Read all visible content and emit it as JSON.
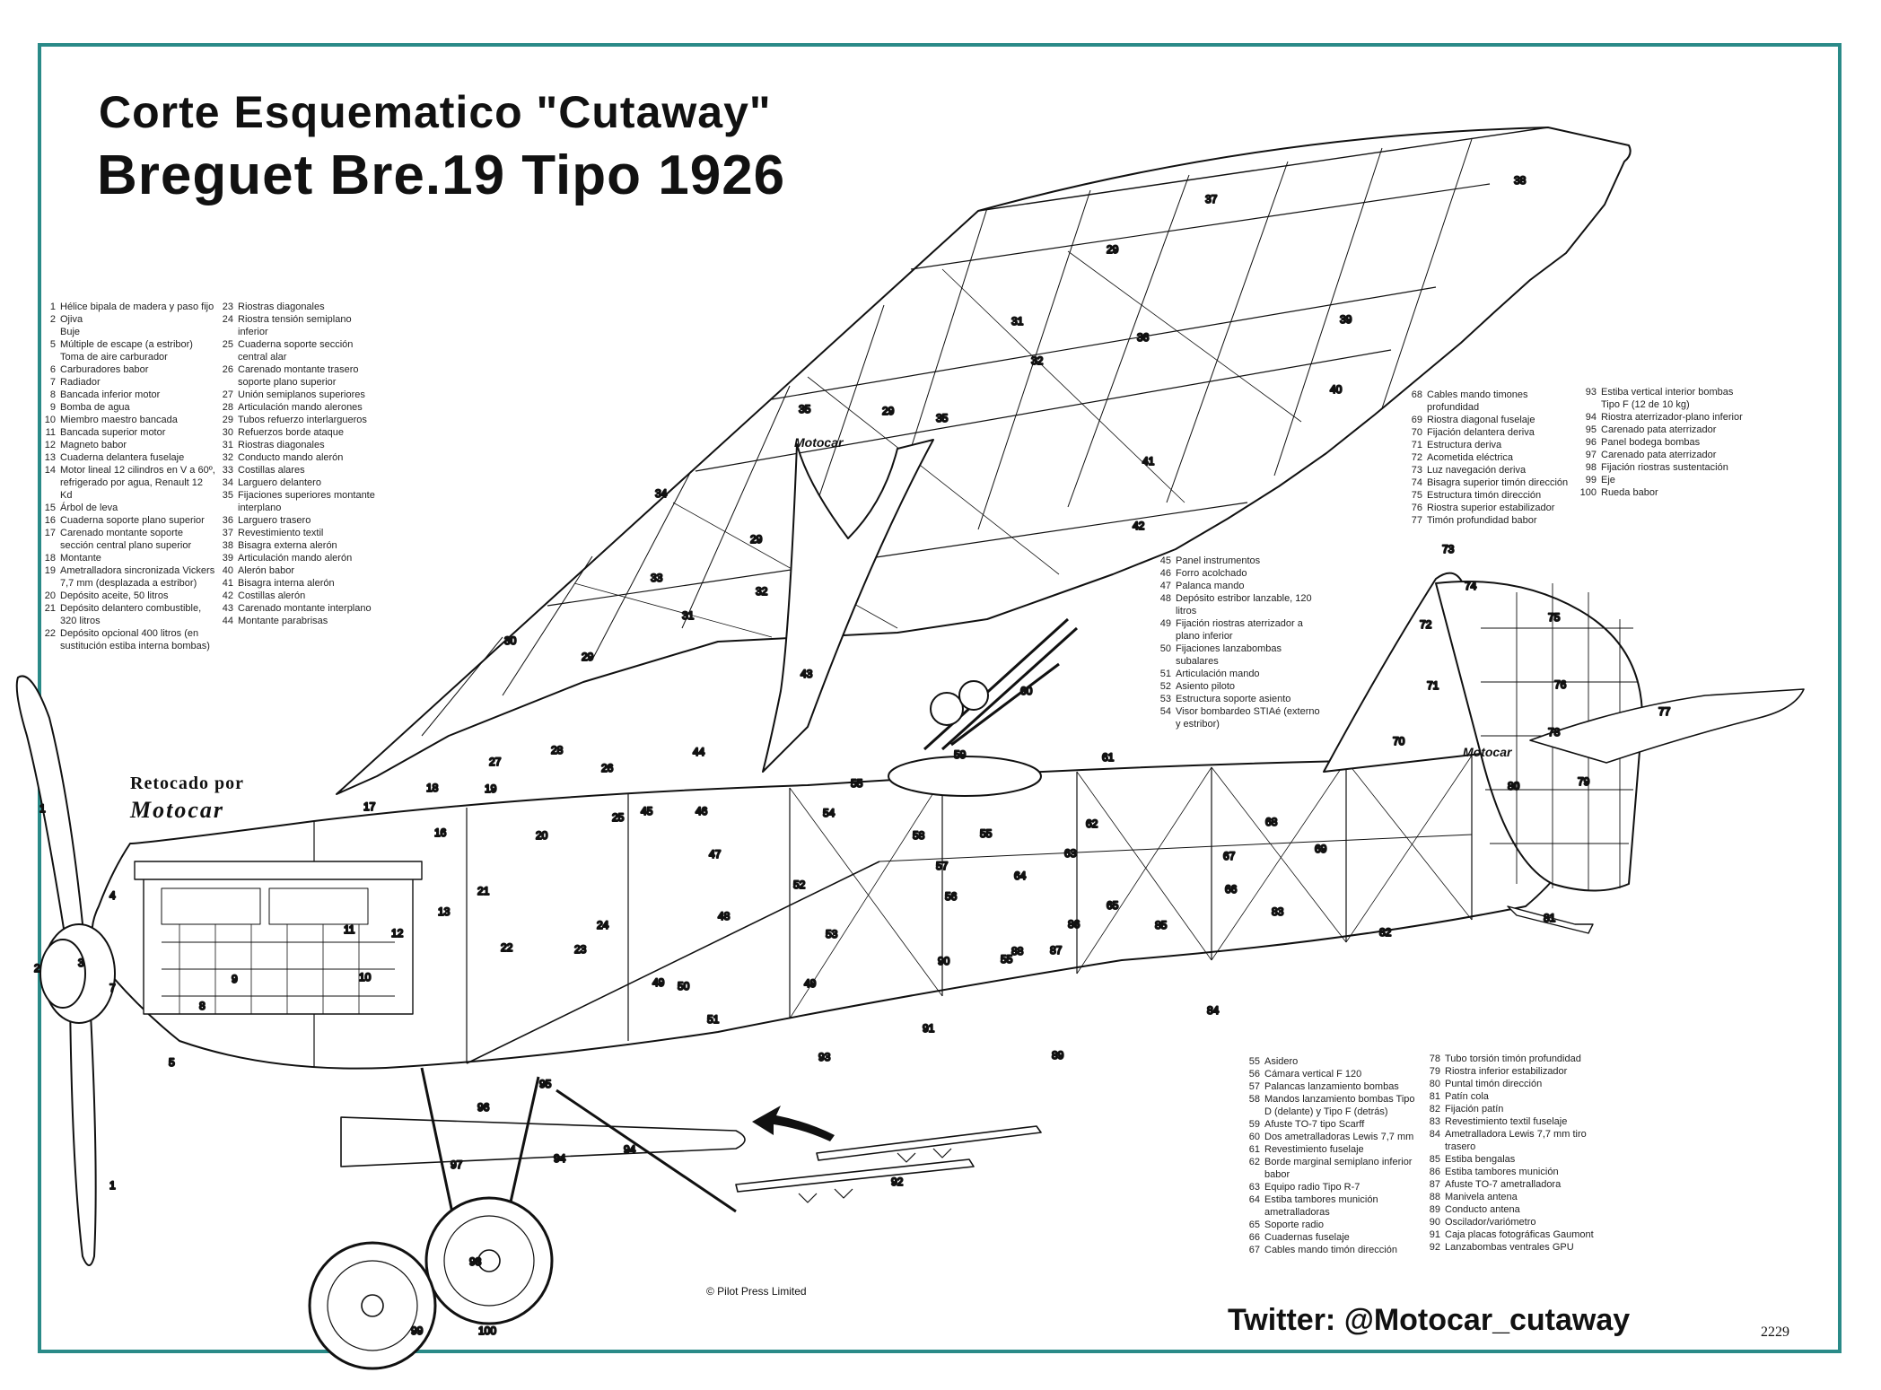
{
  "header": {
    "title": "Corte Esquematico \"Cutaway\"",
    "subtitle": "Breguet Bre.19 Tipo 1926"
  },
  "colors": {
    "frame": "#2a8a88",
    "ink": "#111111"
  },
  "legend": {
    "col1": [
      {
        "n": "1",
        "t": "Hélice bipala de madera y paso fijo"
      },
      {
        "n": "2",
        "t": "Ojiva"
      },
      {
        "n": "",
        "t": "Buje"
      },
      {
        "n": "5",
        "t": "Múltiple de escape (a estribor)"
      },
      {
        "n": "",
        "t": "Toma de aire carburador"
      },
      {
        "n": "6",
        "t": "Carburadores babor"
      },
      {
        "n": "7",
        "t": "Radiador"
      },
      {
        "n": "8",
        "t": "Bancada inferior motor"
      },
      {
        "n": "9",
        "t": "Bomba de agua"
      },
      {
        "n": "10",
        "t": "Miembro maestro bancada"
      },
      {
        "n": "11",
        "t": "Bancada superior motor"
      },
      {
        "n": "12",
        "t": "Magneto babor"
      },
      {
        "n": "13",
        "t": "Cuaderna delantera fuselaje"
      },
      {
        "n": "14",
        "t": "Motor lineal 12 cilindros en V a 60º, refrigerado por agua, Renault 12 Kd"
      },
      {
        "n": "15",
        "t": "Árbol de leva"
      },
      {
        "n": "16",
        "t": "Cuaderna soporte plano superior"
      },
      {
        "n": "17",
        "t": "Carenado montante soporte sección central plano superior"
      },
      {
        "n": "18",
        "t": "Montante"
      },
      {
        "n": "19",
        "t": "Ametralladora sincronizada Vickers 7,7 mm (desplazada a estribor)"
      },
      {
        "n": "20",
        "t": "Depósito aceite, 50 litros"
      },
      {
        "n": "21",
        "t": "Depósito delantero combustible, 320 litros"
      },
      {
        "n": "22",
        "t": "Depósito opcional 400 litros (en sustitución estiba interna bombas)"
      }
    ],
    "col2": [
      {
        "n": "23",
        "t": "Riostras diagonales"
      },
      {
        "n": "24",
        "t": "Riostra tensión semiplano inferior"
      },
      {
        "n": "25",
        "t": "Cuaderna soporte sección central alar"
      },
      {
        "n": "26",
        "t": "Carenado montante trasero soporte plano superior"
      },
      {
        "n": "27",
        "t": "Unión semiplanos superiores"
      },
      {
        "n": "28",
        "t": "Articulación mando alerones"
      },
      {
        "n": "29",
        "t": "Tubos refuerzo interlargueros"
      },
      {
        "n": "30",
        "t": "Refuerzos borde ataque"
      },
      {
        "n": "31",
        "t": "Riostras diagonales"
      },
      {
        "n": "32",
        "t": "Conducto mando alerón"
      },
      {
        "n": "33",
        "t": "Costillas alares"
      },
      {
        "n": "34",
        "t": "Larguero delantero"
      },
      {
        "n": "35",
        "t": "Fijaciones superiores montante interplano"
      },
      {
        "n": "36",
        "t": "Larguero trasero"
      },
      {
        "n": "37",
        "t": "Revestimiento textil"
      },
      {
        "n": "38",
        "t": "Bisagra externa alerón"
      },
      {
        "n": "39",
        "t": "Articulación mando alerón"
      },
      {
        "n": "40",
        "t": "Alerón babor"
      },
      {
        "n": "41",
        "t": "Bisagra interna alerón"
      },
      {
        "n": "42",
        "t": "Costillas alerón"
      },
      {
        "n": "43",
        "t": "Carenado montante interplano"
      },
      {
        "n": "44",
        "t": "Montante parabrisas"
      }
    ],
    "col3": [
      {
        "n": "45",
        "t": "Panel instrumentos"
      },
      {
        "n": "46",
        "t": "Forro acolchado"
      },
      {
        "n": "47",
        "t": "Palanca mando"
      },
      {
        "n": "48",
        "t": "Depósito estribor lanzable, 120 litros"
      },
      {
        "n": "49",
        "t": "Fijación riostras aterrizador a plano inferior"
      },
      {
        "n": "50",
        "t": "Fijaciones lanzabombas subalares"
      },
      {
        "n": "51",
        "t": "Articulación mando"
      },
      {
        "n": "52",
        "t": "Asiento piloto"
      },
      {
        "n": "53",
        "t": "Estructura soporte asiento"
      },
      {
        "n": "54",
        "t": "Visor bombardeo STIAé (externo y estribor)"
      }
    ],
    "col4": [
      {
        "n": "68",
        "t": "Cables mando timones profundidad"
      },
      {
        "n": "69",
        "t": "Riostra diagonal fuselaje"
      },
      {
        "n": "70",
        "t": "Fijación delantera deriva"
      },
      {
        "n": "71",
        "t": "Estructura deriva"
      },
      {
        "n": "72",
        "t": "Acometida eléctrica"
      },
      {
        "n": "73",
        "t": "Luz navegación deriva"
      },
      {
        "n": "74",
        "t": "Bisagra superior timón dirección"
      },
      {
        "n": "75",
        "t": "Estructura timón dirección"
      },
      {
        "n": "76",
        "t": "Riostra superior estabilizador"
      },
      {
        "n": "77",
        "t": "Timón profundidad babor"
      }
    ],
    "col5": [
      {
        "n": "93",
        "t": "Estiba vertical interior bombas Tipo F (12 de 10 kg)"
      },
      {
        "n": "94",
        "t": "Riostra aterrizador-plano inferior"
      },
      {
        "n": "95",
        "t": "Carenado pata aterrizador"
      },
      {
        "n": "96",
        "t": "Panel bodega bombas"
      },
      {
        "n": "97",
        "t": "Carenado pata aterrizador"
      },
      {
        "n": "98",
        "t": "Fijación riostras sustentación"
      },
      {
        "n": "99",
        "t": "Eje"
      },
      {
        "n": "100",
        "t": "Rueda babor"
      }
    ],
    "col6": [
      {
        "n": "55",
        "t": "Asidero"
      },
      {
        "n": "56",
        "t": "Cámara vertical F 120"
      },
      {
        "n": "57",
        "t": "Palancas lanzamiento bombas"
      },
      {
        "n": "58",
        "t": "Mandos lanzamiento bombas Tipo D (delante) y Tipo F (detrás)"
      },
      {
        "n": "59",
        "t": "Afuste TO-7 tipo Scarff"
      },
      {
        "n": "60",
        "t": "Dos ametralladoras Lewis 7,7 mm"
      },
      {
        "n": "61",
        "t": "Revestimiento fuselaje"
      },
      {
        "n": "62",
        "t": "Borde marginal semiplano inferior babor"
      },
      {
        "n": "63",
        "t": "Equipo radio Tipo R-7"
      },
      {
        "n": "64",
        "t": "Estiba tambores munición ametralladoras"
      },
      {
        "n": "65",
        "t": "Soporte radio"
      },
      {
        "n": "66",
        "t": "Cuadernas fuselaje"
      },
      {
        "n": "67",
        "t": "Cables mando timón dirección"
      }
    ],
    "col7": [
      {
        "n": "78",
        "t": "Tubo torsión timón profundidad"
      },
      {
        "n": "79",
        "t": "Riostra inferior estabilizador"
      },
      {
        "n": "80",
        "t": "Puntal timón dirección"
      },
      {
        "n": "81",
        "t": "Patín cola"
      },
      {
        "n": "82",
        "t": "Fijación patín"
      },
      {
        "n": "83",
        "t": "Revestimiento textil fuselaje"
      },
      {
        "n": "84",
        "t": "Ametralladora Lewis 7,7 mm tiro trasero"
      },
      {
        "n": "85",
        "t": "Estiba bengalas"
      },
      {
        "n": "86",
        "t": "Estiba tambores munición"
      },
      {
        "n": "87",
        "t": "Afuste TO-7 ametralladora"
      },
      {
        "n": "88",
        "t": "Manivela antena"
      },
      {
        "n": "89",
        "t": "Conducto antena"
      },
      {
        "n": "90",
        "t": "Oscilador/variómetro"
      },
      {
        "n": "91",
        "t": "Caja placas fotográficas Gaumont"
      },
      {
        "n": "92",
        "t": "Lanzabombas ventrales GPU"
      }
    ]
  },
  "credits": {
    "retouch_label": "Retocado por",
    "retouch_name": "Motocar",
    "watermark": "Motocar",
    "copyright": "© Pilot Press Limited",
    "twitter": "Twitter:  @Motocar_cutaway",
    "plate_number": "2229"
  },
  "callouts": [
    {
      "id": "1",
      "label": "1"
    },
    {
      "id": "1b",
      "label": "1"
    },
    {
      "id": "2",
      "label": "2"
    },
    {
      "id": "3",
      "label": "3"
    },
    {
      "id": "4",
      "label": "4"
    },
    {
      "id": "5",
      "label": "5"
    },
    {
      "id": "7",
      "label": "7"
    },
    {
      "id": "8",
      "label": "8"
    },
    {
      "id": "9",
      "label": "9"
    },
    {
      "id": "10",
      "label": "10"
    },
    {
      "id": "11",
      "label": "11"
    },
    {
      "id": "12",
      "label": "12"
    },
    {
      "id": "13",
      "label": "13"
    },
    {
      "id": "16",
      "label": "16"
    },
    {
      "id": "17",
      "label": "17"
    },
    {
      "id": "18",
      "label": "18"
    },
    {
      "id": "19",
      "label": "19"
    },
    {
      "id": "20",
      "label": "20"
    },
    {
      "id": "21",
      "label": "21"
    },
    {
      "id": "22",
      "label": "22"
    },
    {
      "id": "23",
      "label": "23"
    },
    {
      "id": "24",
      "label": "24"
    },
    {
      "id": "25",
      "label": "25"
    },
    {
      "id": "26",
      "label": "26"
    },
    {
      "id": "27",
      "label": "27"
    },
    {
      "id": "28",
      "label": "28"
    },
    {
      "id": "29a",
      "label": "29"
    },
    {
      "id": "29b",
      "label": "29"
    },
    {
      "id": "29c",
      "label": "29"
    },
    {
      "id": "29d",
      "label": "29"
    },
    {
      "id": "30",
      "label": "30"
    },
    {
      "id": "31a",
      "label": "31"
    },
    {
      "id": "31b",
      "label": "31"
    },
    {
      "id": "32a",
      "label": "32"
    },
    {
      "id": "32b",
      "label": "32"
    },
    {
      "id": "33",
      "label": "33"
    },
    {
      "id": "34",
      "label": "34"
    },
    {
      "id": "35a",
      "label": "35"
    },
    {
      "id": "35b",
      "label": "35"
    },
    {
      "id": "36",
      "label": "36"
    },
    {
      "id": "37",
      "label": "37"
    },
    {
      "id": "38",
      "label": "38"
    },
    {
      "id": "39",
      "label": "39"
    },
    {
      "id": "40",
      "label": "40"
    },
    {
      "id": "41",
      "label": "41"
    },
    {
      "id": "42",
      "label": "42"
    },
    {
      "id": "43",
      "label": "43"
    },
    {
      "id": "44",
      "label": "44"
    },
    {
      "id": "45",
      "label": "45"
    },
    {
      "id": "46",
      "label": "46"
    },
    {
      "id": "47",
      "label": "47"
    },
    {
      "id": "48",
      "label": "48"
    },
    {
      "id": "49a",
      "label": "49"
    },
    {
      "id": "49b",
      "label": "49"
    },
    {
      "id": "50",
      "label": "50"
    },
    {
      "id": "51",
      "label": "51"
    },
    {
      "id": "52",
      "label": "52"
    },
    {
      "id": "53",
      "label": "53"
    },
    {
      "id": "54",
      "label": "54"
    },
    {
      "id": "55a",
      "label": "55"
    },
    {
      "id": "55b",
      "label": "55"
    },
    {
      "id": "55c",
      "label": "55"
    },
    {
      "id": "56",
      "label": "56"
    },
    {
      "id": "57",
      "label": "57"
    },
    {
      "id": "58",
      "label": "58"
    },
    {
      "id": "59",
      "label": "59"
    },
    {
      "id": "60",
      "label": "60"
    },
    {
      "id": "61",
      "label": "61"
    },
    {
      "id": "62",
      "label": "62"
    },
    {
      "id": "63",
      "label": "63"
    },
    {
      "id": "64",
      "label": "64"
    },
    {
      "id": "65",
      "label": "65"
    },
    {
      "id": "66",
      "label": "66"
    },
    {
      "id": "67",
      "label": "67"
    },
    {
      "id": "68",
      "label": "68"
    },
    {
      "id": "69",
      "label": "69"
    },
    {
      "id": "70",
      "label": "70"
    },
    {
      "id": "71",
      "label": "71"
    },
    {
      "id": "72",
      "label": "72"
    },
    {
      "id": "73",
      "label": "73"
    },
    {
      "id": "74",
      "label": "74"
    },
    {
      "id": "75",
      "label": "75"
    },
    {
      "id": "76",
      "label": "76"
    },
    {
      "id": "77",
      "label": "77"
    },
    {
      "id": "78",
      "label": "78"
    },
    {
      "id": "79",
      "label": "79"
    },
    {
      "id": "80",
      "label": "80"
    },
    {
      "id": "81",
      "label": "81"
    },
    {
      "id": "82",
      "label": "82"
    },
    {
      "id": "83",
      "label": "83"
    },
    {
      "id": "84",
      "label": "84"
    },
    {
      "id": "85",
      "label": "85"
    },
    {
      "id": "86",
      "label": "86"
    },
    {
      "id": "87",
      "label": "87"
    },
    {
      "id": "88",
      "label": "88"
    },
    {
      "id": "89",
      "label": "89"
    },
    {
      "id": "90",
      "label": "90"
    },
    {
      "id": "91",
      "label": "91"
    },
    {
      "id": "92",
      "label": "92"
    },
    {
      "id": "93",
      "label": "93"
    },
    {
      "id": "94a",
      "label": "94"
    },
    {
      "id": "94b",
      "label": "94"
    },
    {
      "id": "95",
      "label": "95"
    },
    {
      "id": "96",
      "label": "96"
    },
    {
      "id": "97",
      "label": "97"
    },
    {
      "id": "98",
      "label": "98"
    },
    {
      "id": "99",
      "label": "99"
    },
    {
      "id": "100",
      "label": "100"
    }
  ]
}
